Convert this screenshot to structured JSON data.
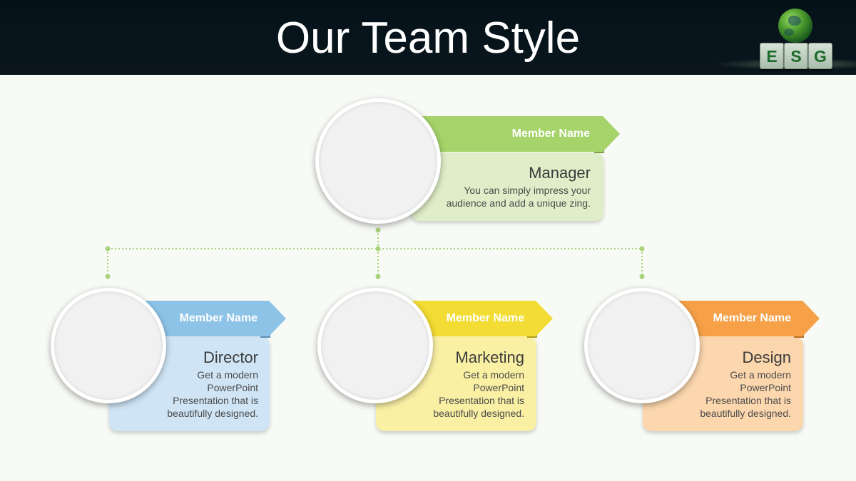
{
  "slide": {
    "title": "Our Team Style",
    "logo": {
      "letters": [
        "E",
        "S",
        "G"
      ]
    }
  },
  "colors": {
    "green": "#a6d36a",
    "green_light": "#dfeec8",
    "blue": "#8ec3e8",
    "blue_light": "#cfe5f6",
    "yellow": "#f3dc33",
    "yellow_light": "#faf0a4",
    "orange": "#f6a147",
    "orange_light": "#fcd7ae",
    "connector": "#a9d27a"
  },
  "manager": {
    "name": "Member Name",
    "role": "Manager",
    "description_lines": [
      "You can simply impress your",
      "audience and add a unique zing."
    ]
  },
  "members": [
    {
      "name": "Member Name",
      "role": "Director",
      "description_lines": [
        "Get a modern",
        "PowerPoint",
        "Presentation that is",
        "beautifully designed."
      ]
    },
    {
      "name": "Member Name",
      "role": "Marketing",
      "description_lines": [
        "Get a modern",
        "PowerPoint",
        "Presentation that is",
        "beautifully designed."
      ]
    },
    {
      "name": "Member Name",
      "role": "Design",
      "description_lines": [
        "Get a modern",
        "PowerPoint",
        "Presentation that is",
        "beautifully designed."
      ]
    }
  ]
}
